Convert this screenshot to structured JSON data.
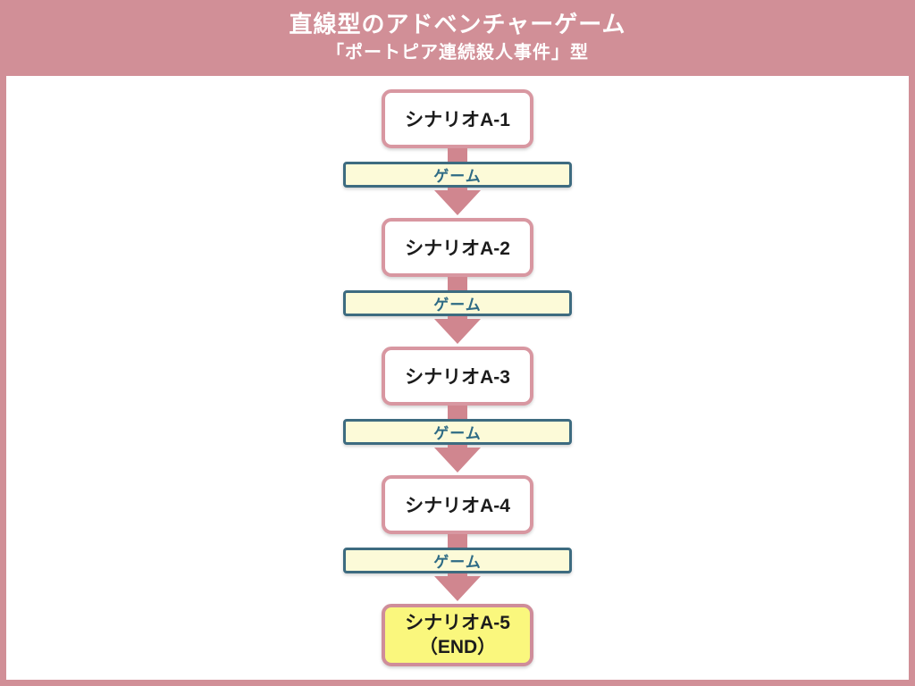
{
  "header": {
    "title": "直線型のアドベンチャーゲーム",
    "subtitle": "「ポートピア連続殺人事件」型"
  },
  "flow": {
    "units": [
      {
        "scenario": "シナリオA-1",
        "game": "ゲーム"
      },
      {
        "scenario": "シナリオA-2",
        "game": "ゲーム"
      },
      {
        "scenario": "シナリオA-3",
        "game": "ゲーム"
      },
      {
        "scenario": "シナリオA-4",
        "game": "ゲーム"
      }
    ],
    "end": {
      "line1": "シナリオA-5",
      "line2": "（END）"
    }
  },
  "colors": {
    "frame_pink": "#d18f97",
    "arrow_pink": "#d0868f",
    "scenario_border_pink": "#d897a1",
    "teal_border": "#3d6b80",
    "teal_text": "#2e6b85",
    "game_fill": "#fcfad8",
    "end_fill": "#faf77d",
    "end_border": "#cf8d9a",
    "text_ink": "#1c1c1c",
    "canvas_white": "#ffffff"
  }
}
